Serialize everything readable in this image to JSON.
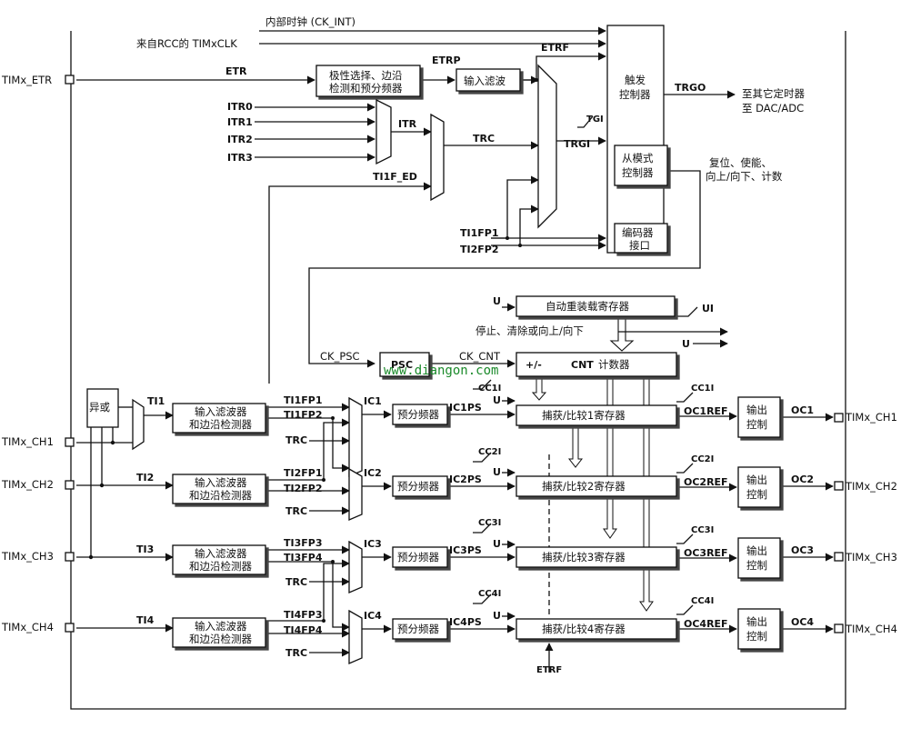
{
  "signals": {
    "ck_int": "内部时钟 (CK_INT)",
    "rcc_clk": "来自RCC的 TIMxCLK",
    "etr": "ETR",
    "etrp": "ETRP",
    "etrf": "ETRF",
    "itr0": "ITR0",
    "itr1": "ITR1",
    "itr2": "ITR2",
    "itr3": "ITR3",
    "itr": "ITR",
    "trc": "TRC",
    "tgi": "TGI",
    "trgi": "TRGI",
    "trgo": "TRGO",
    "ti1f_ed": "TI1F_ED",
    "ti1fp1": "TI1FP1",
    "ti2fp2": "TI2FP2",
    "ck_psc": "CK_PSC",
    "ck_cnt": "CK_CNT",
    "plusminus": "+/-",
    "u": "U",
    "ui": "UI",
    "ti1": "TI1",
    "ti2": "TI2",
    "ti3": "TI3",
    "ti4": "TI4",
    "ic1": "IC1",
    "ic2": "IC2",
    "ic3": "IC3",
    "ic4": "IC4",
    "ic1ps": "IC1PS",
    "ic2ps": "IC2PS",
    "ic3ps": "IC3PS",
    "ic4ps": "IC4PS",
    "cc1i": "CC1I",
    "cc2i": "CC2I",
    "cc3i": "CC3I",
    "cc4i": "CC4I",
    "oc1ref": "OC1REF",
    "oc2ref": "OC2REF",
    "oc3ref": "OC3REF",
    "oc4ref": "OC4REF",
    "oc1": "OC1",
    "oc2": "OC2",
    "oc3": "OC3",
    "oc4": "OC4",
    "ch1_a": "TI1FP1",
    "ch1_b": "TI1FP2",
    "ch2_a": "TI2FP1",
    "ch2_b": "TI2FP2",
    "ch3_a": "TI3FP3",
    "ch3_b": "TI3FP4",
    "ch4_a": "TI4FP3",
    "ch4_b": "TI4FP4",
    "etrf_bottom": "ETRF"
  },
  "pins": {
    "etr": "TIMx_ETR",
    "ch1_in": "TIMx_CH1",
    "ch2_in": "TIMx_CH2",
    "ch3_in": "TIMx_CH3",
    "ch4_in": "TIMx_CH4",
    "ch1_out": "TIMx_CH1",
    "ch2_out": "TIMx_CH2",
    "ch3_out": "TIMx_CH3",
    "ch4_out": "TIMx_CH4"
  },
  "blocks": {
    "polarity_1": "极性选择、边沿",
    "polarity_2": "检测和预分频器",
    "input_filter": "输入滤波",
    "trigger_1": "触发",
    "trigger_2": "控制器",
    "slave_1": "从模式",
    "slave_2": "控制器",
    "encoder_1": "编码器",
    "encoder_2": "接口",
    "autoreload": "自动重装载寄存器",
    "psc": "PSC",
    "cnt_prefix": "CNT",
    "cnt_suffix": "计数器",
    "xor": "异或",
    "filter_edge_1": "输入滤波器",
    "filter_edge_2": "和边沿检测器",
    "prescaler": "预分频器",
    "cc1": "捕获/比较1寄存器",
    "cc2": "捕获/比较2寄存器",
    "cc3": "捕获/比较3寄存器",
    "cc4": "捕获/比较4寄存器",
    "output_1": "输出",
    "output_2": "控制"
  },
  "annotations": {
    "to_other_timer": "至其它定时器",
    "to_dac_adc": "至 DAC/ADC",
    "reset_1": "复位、使能、",
    "reset_2": "向上/向下、计数",
    "stop_clear": "停止、清除或向上/向下",
    "watermark": "www.diangon.com"
  }
}
